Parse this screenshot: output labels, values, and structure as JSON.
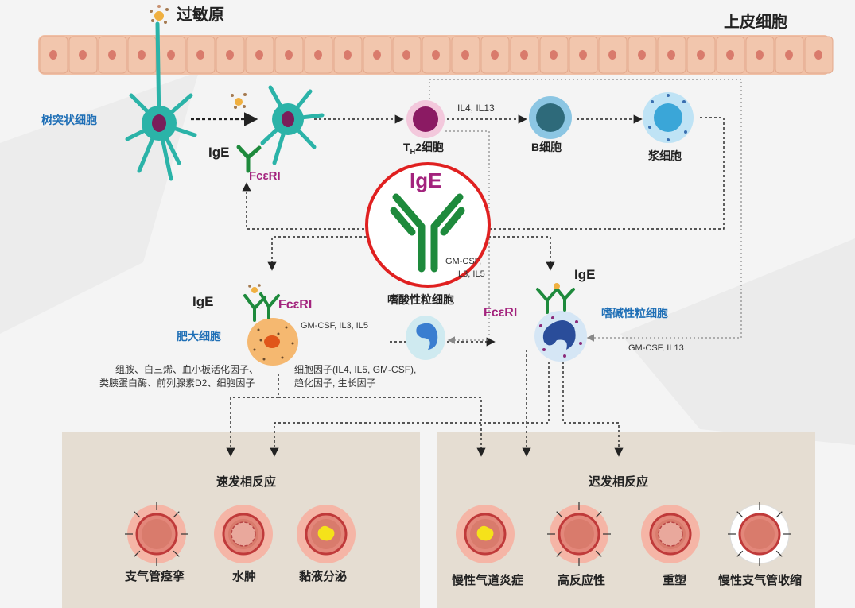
{
  "allergen": "过敏原",
  "epithelium": "上皮细胞",
  "dendritic_cell": "树突状细胞",
  "ige_label": "IgE",
  "fceri_label": "FcεRI",
  "th2_prefix": "T",
  "th2_sub": "H",
  "th2_suffix": "2细胞",
  "il4_il13": "IL4, IL13",
  "b_cell": "B细胞",
  "plasma_cell": "浆细胞",
  "center_ige": "IgE",
  "gmcsf_il3_il5_line1": "GM-CSF,",
  "gmcsf_il3_il5_line2": "IL3, IL5",
  "mast_cell": "肥大细胞",
  "mast_gmcsf": "GM-CSF, IL3, IL5",
  "eosinophil": "嗜酸性粒细胞",
  "basophil": "嗜碱性粒细胞",
  "gmcsf_il13": "GM-CSF, IL13",
  "mediators_line1": "组胺、白三烯、血小板活化因子、",
  "mediators_line2": "类胰蛋白酶、前列腺素D2、细胞因子",
  "cytokines_line1": "细胞因子(IL4, IL5, GM-CSF),",
  "cytokines_line2": "趋化因子, 生长因子",
  "early_panel": {
    "title": "速发相反应",
    "items": [
      "支气管痉挛",
      "水肿",
      "黏液分泌"
    ]
  },
  "late_panel": {
    "title": "迟发相反应",
    "items": [
      "慢性气道炎症",
      "高反应性",
      "重塑",
      "慢性支气管收缩"
    ]
  },
  "colors": {
    "epithelium": "#f2c4ac",
    "nucleus": "#d97b6c",
    "dendritic": "#2bb3a8",
    "th2_nucleus": "#8b1a63",
    "b_cell": "#2e6a7a",
    "plasma": "#3aa6d8",
    "ige_green": "#1e8a3c",
    "highlight_red": "#e02020",
    "panel": "#e5ddd2"
  }
}
